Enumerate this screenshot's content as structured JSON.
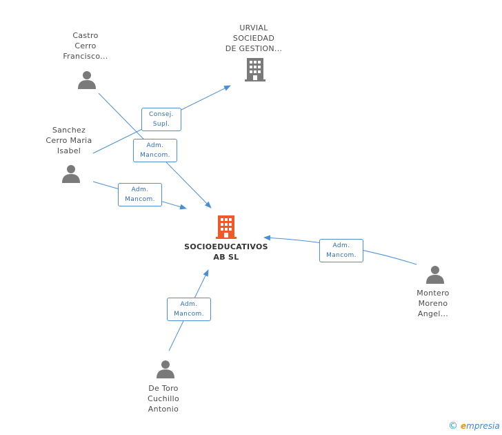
{
  "colors": {
    "edge": "#4a8fd6",
    "person_icon": "#7a7a7a",
    "company_icon": "#7a7a7a",
    "center_icon": "#f05a28"
  },
  "nodes": {
    "castro": {
      "label": "Castro\nCerro\nFrancisco...",
      "icon": "person-icon"
    },
    "urvial": {
      "label": "URVIAL\nSOCIEDAD\nDE GESTION...",
      "icon": "building-icon"
    },
    "sanchez": {
      "label": "Sanchez\nCerro Maria\nIsabel",
      "icon": "person-icon"
    },
    "center": {
      "label": "SOCIOEDUCATIVOS\nAB SL",
      "icon": "building-icon"
    },
    "montero": {
      "label": "Montero\nMoreno\nAngel...",
      "icon": "person-icon"
    },
    "detoro": {
      "label": "De Toro\nCuchillo\nAntonio",
      "icon": "person-icon"
    }
  },
  "edges": {
    "consej": "Consej.\nSupl.",
    "adm_castro": "Adm.\nMancom.",
    "adm_sanchez": "Adm.\nMancom.",
    "adm_montero": "Adm.\nMancom.",
    "adm_detoro": "Adm.\nMancom."
  },
  "footer": {
    "copyright": "©",
    "brand_e": "e",
    "brand": "mpresia"
  }
}
